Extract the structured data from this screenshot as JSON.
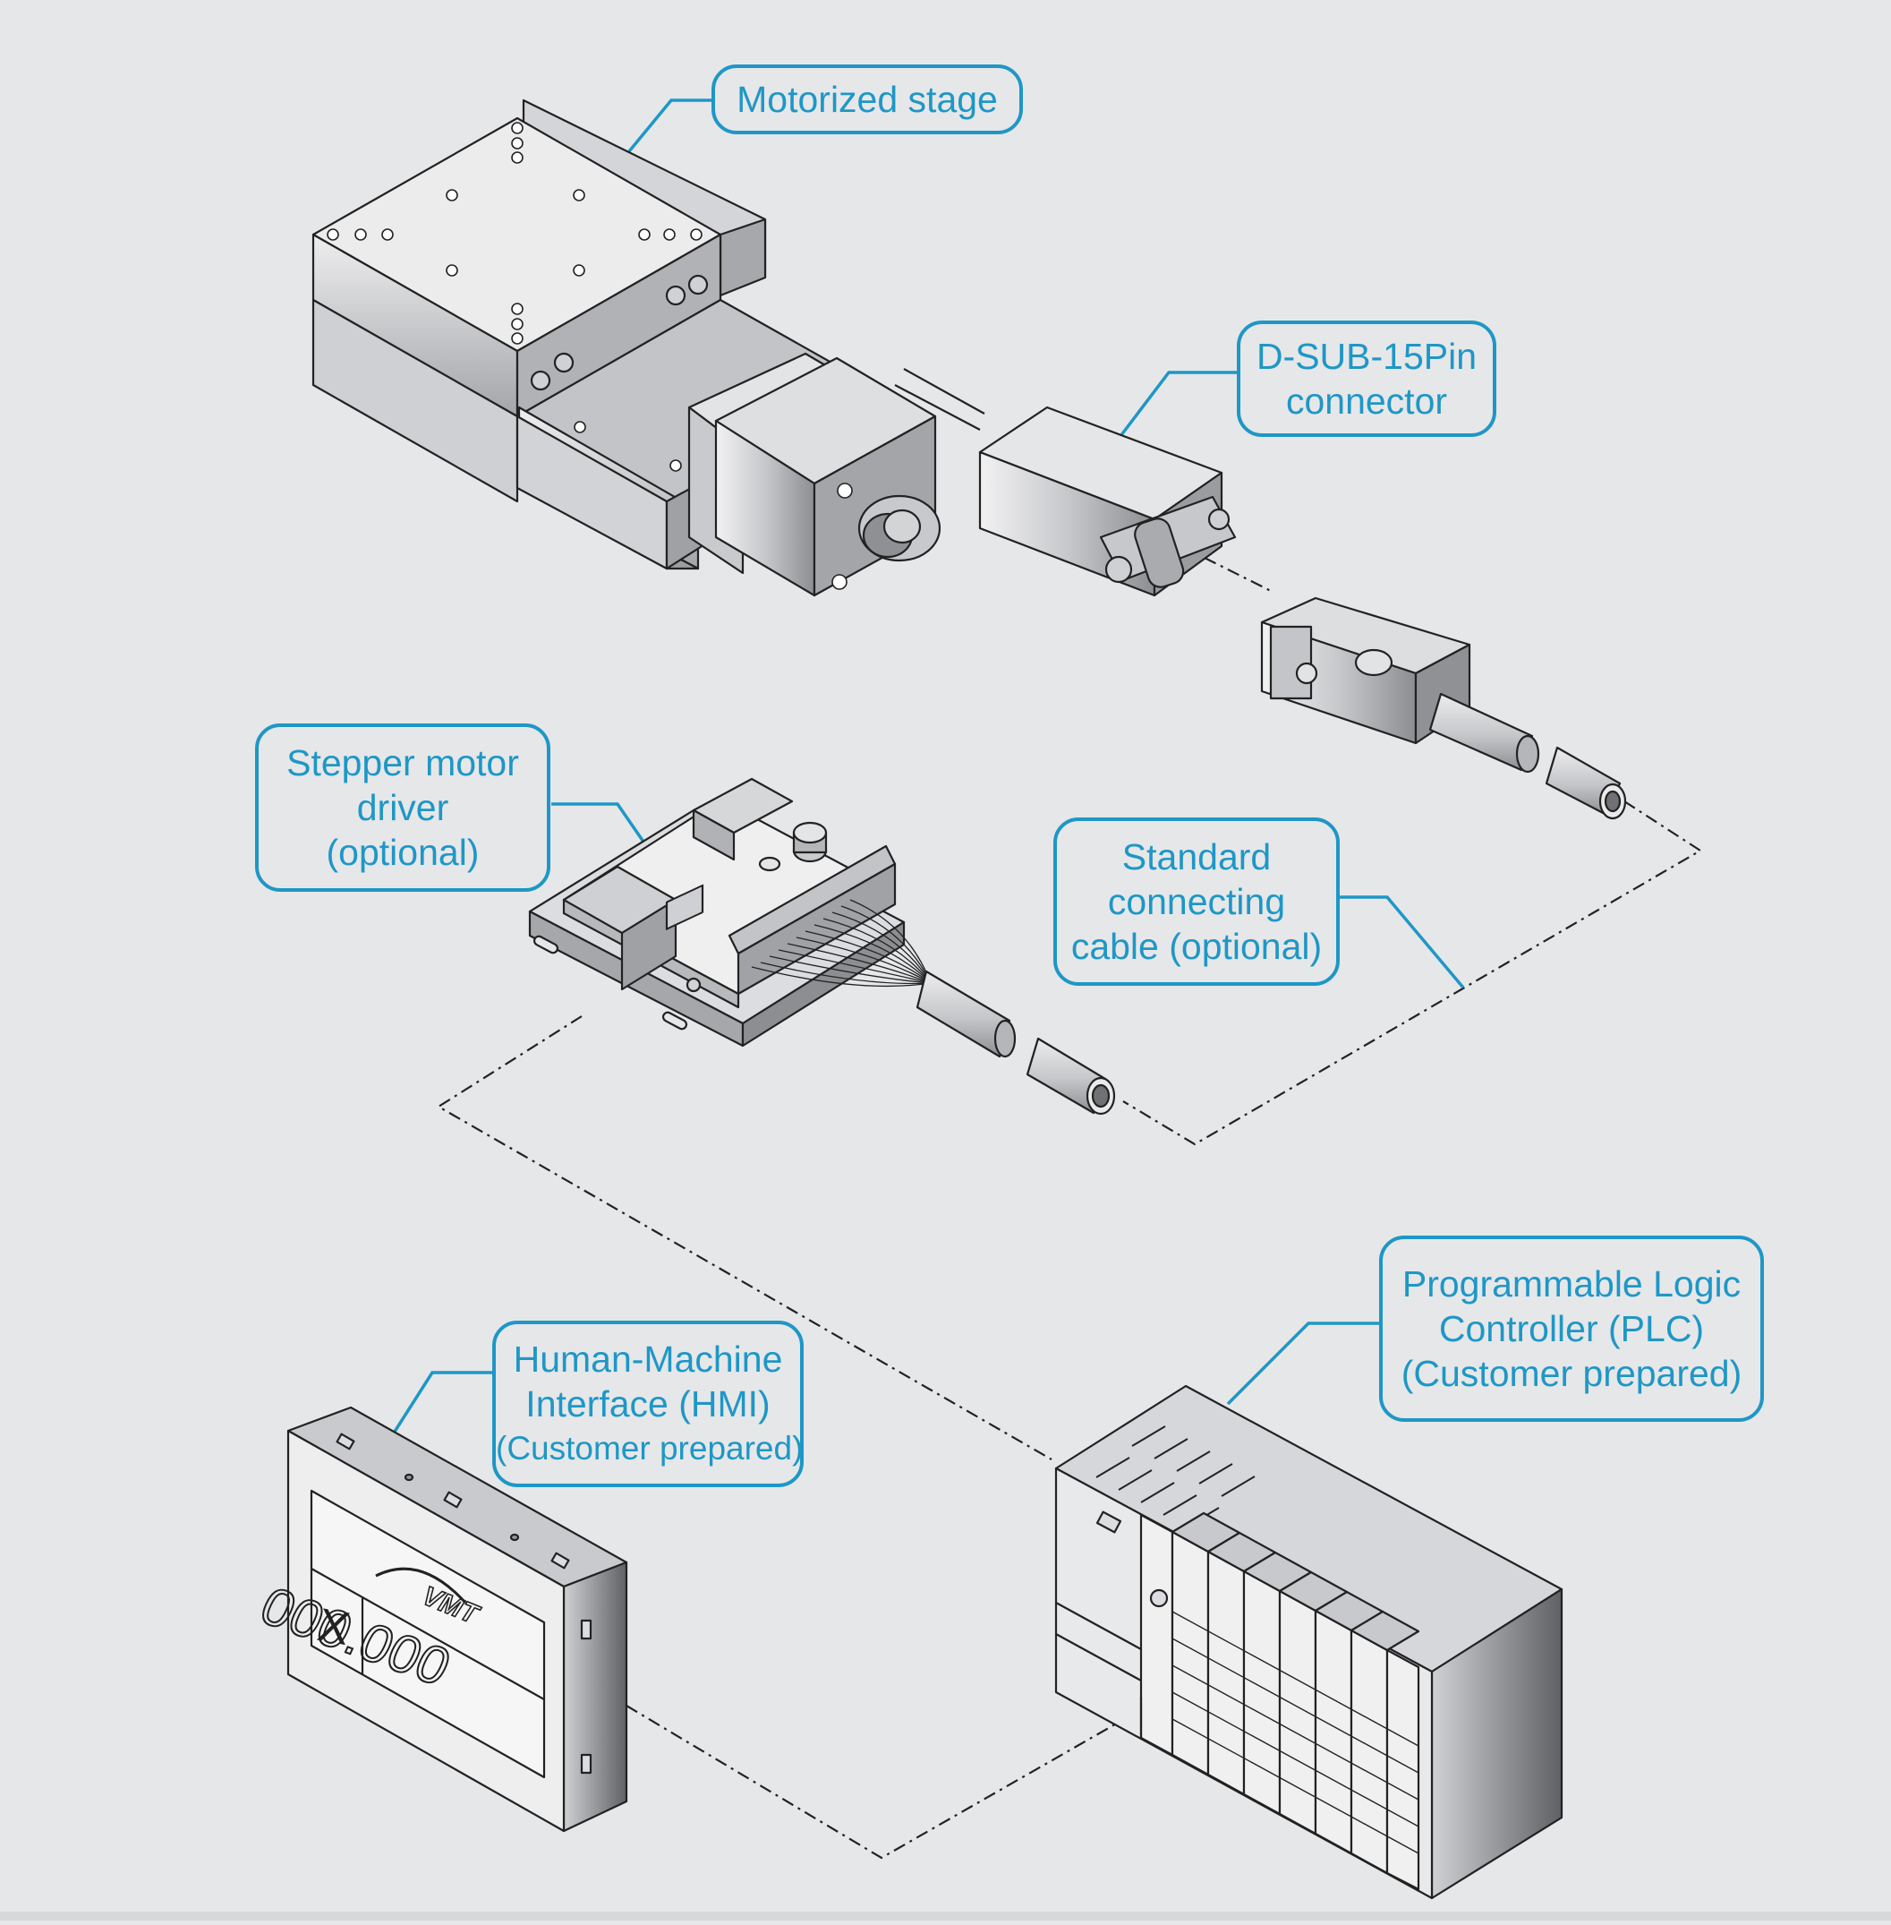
{
  "colors": {
    "background": "#e6e7e9",
    "accent": "#1e97c6",
    "line": "#222222",
    "metal_light": "#d9dadc",
    "metal_mid": "#bdbec1",
    "metal_dark": "#8e9094"
  },
  "callouts": {
    "motorized_stage": {
      "lines": [
        "Motorized stage"
      ]
    },
    "dsub": {
      "lines": [
        "D-SUB-15Pin",
        "connector"
      ]
    },
    "driver": {
      "lines": [
        "Stepper motor",
        "driver",
        "(optional)"
      ]
    },
    "cable": {
      "lines": [
        "Standard",
        "connecting",
        "cable (optional)"
      ]
    },
    "hmi": {
      "lines": [
        "Human-Machine",
        "Interface (HMI)",
        "(Customer prepared)"
      ]
    },
    "plc": {
      "lines": [
        "Programmable Logic",
        "Controller (PLC)",
        "(Customer prepared)"
      ]
    }
  },
  "hmi_screen": {
    "axis": "X",
    "value": "000.000",
    "logo": "VMT"
  },
  "icons": [
    "motorized-stage-icon",
    "dsub-connector-icon",
    "cable-plug-icon",
    "driver-board-icon",
    "hmi-panel-icon",
    "plc-rack-icon"
  ]
}
